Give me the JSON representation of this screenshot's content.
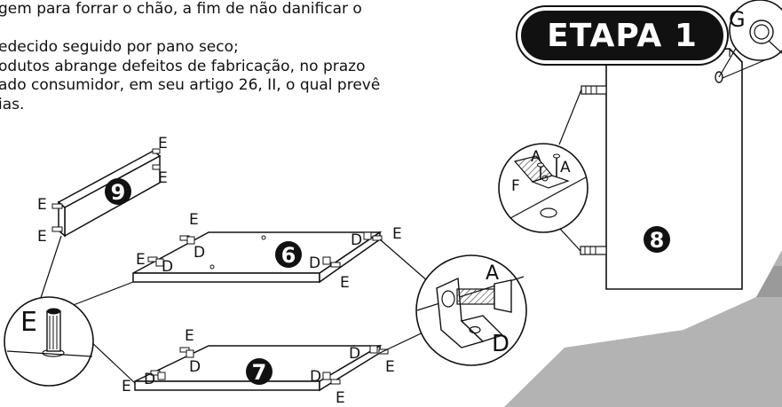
{
  "instructions": {
    "lines": [
      "gem para forrar o chão, a fim de não danificar o",
      "",
      "edecido seguido por pano seco;",
      "odutos abrange defeitos de fabricação, no prazo",
      "ado consumidor, em seu artigo 26, II, o qual prevê",
      "ias."
    ]
  },
  "stage": {
    "label": "ETAPA 1"
  },
  "parts": {
    "panel_8": "8",
    "panel_9": "9",
    "panel_6": "6",
    "panel_7": "7"
  },
  "letters": {
    "A": "A",
    "D": "D",
    "E": "E",
    "F": "F",
    "G": "G"
  }
}
